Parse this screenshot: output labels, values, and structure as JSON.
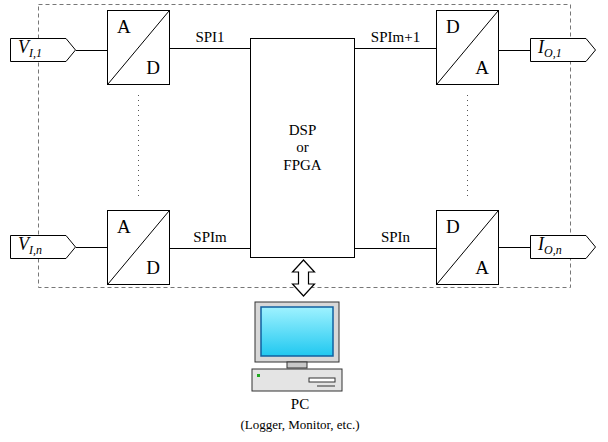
{
  "diagram": {
    "nodes": [
      {
        "text": [
          "VI,1"
        ]
      },
      {
        "text": [
          "A",
          "D"
        ]
      },
      {
        "text": [
          "DSP or FPGA"
        ]
      },
      {
        "text": [
          "D",
          "A"
        ]
      },
      {
        "text": [
          "IO,1"
        ]
      },
      {
        "text": [
          "VI,n"
        ]
      },
      {
        "text": [
          "A",
          "D"
        ]
      },
      {
        "text": [
          "D",
          "A"
        ]
      },
      {
        "text": [
          "IO,n"
        ]
      },
      {
        "text": [
          "PC",
          "(Logger, Monitor, etc.)"
        ]
      }
    ],
    "edges": [
      {
        "from": 0,
        "to": 1,
        "arrow": "none"
      },
      {
        "from": 1,
        "to": 2,
        "label": "SPI1",
        "arrow": "none"
      },
      {
        "from": 2,
        "to": 3,
        "label": "SPIm+1",
        "arrow": "none"
      },
      {
        "from": 3,
        "to": 4,
        "arrow": "none"
      },
      {
        "from": 5,
        "to": 6,
        "arrow": "none"
      },
      {
        "from": 6,
        "to": 2,
        "label": "SPIm",
        "arrow": "none"
      },
      {
        "from": 2,
        "to": 7,
        "label": "SPIn",
        "arrow": "none"
      },
      {
        "from": 7,
        "to": 8,
        "arrow": "none"
      },
      {
        "from": 2,
        "to": 9,
        "arrow": "both"
      }
    ]
  }
}
